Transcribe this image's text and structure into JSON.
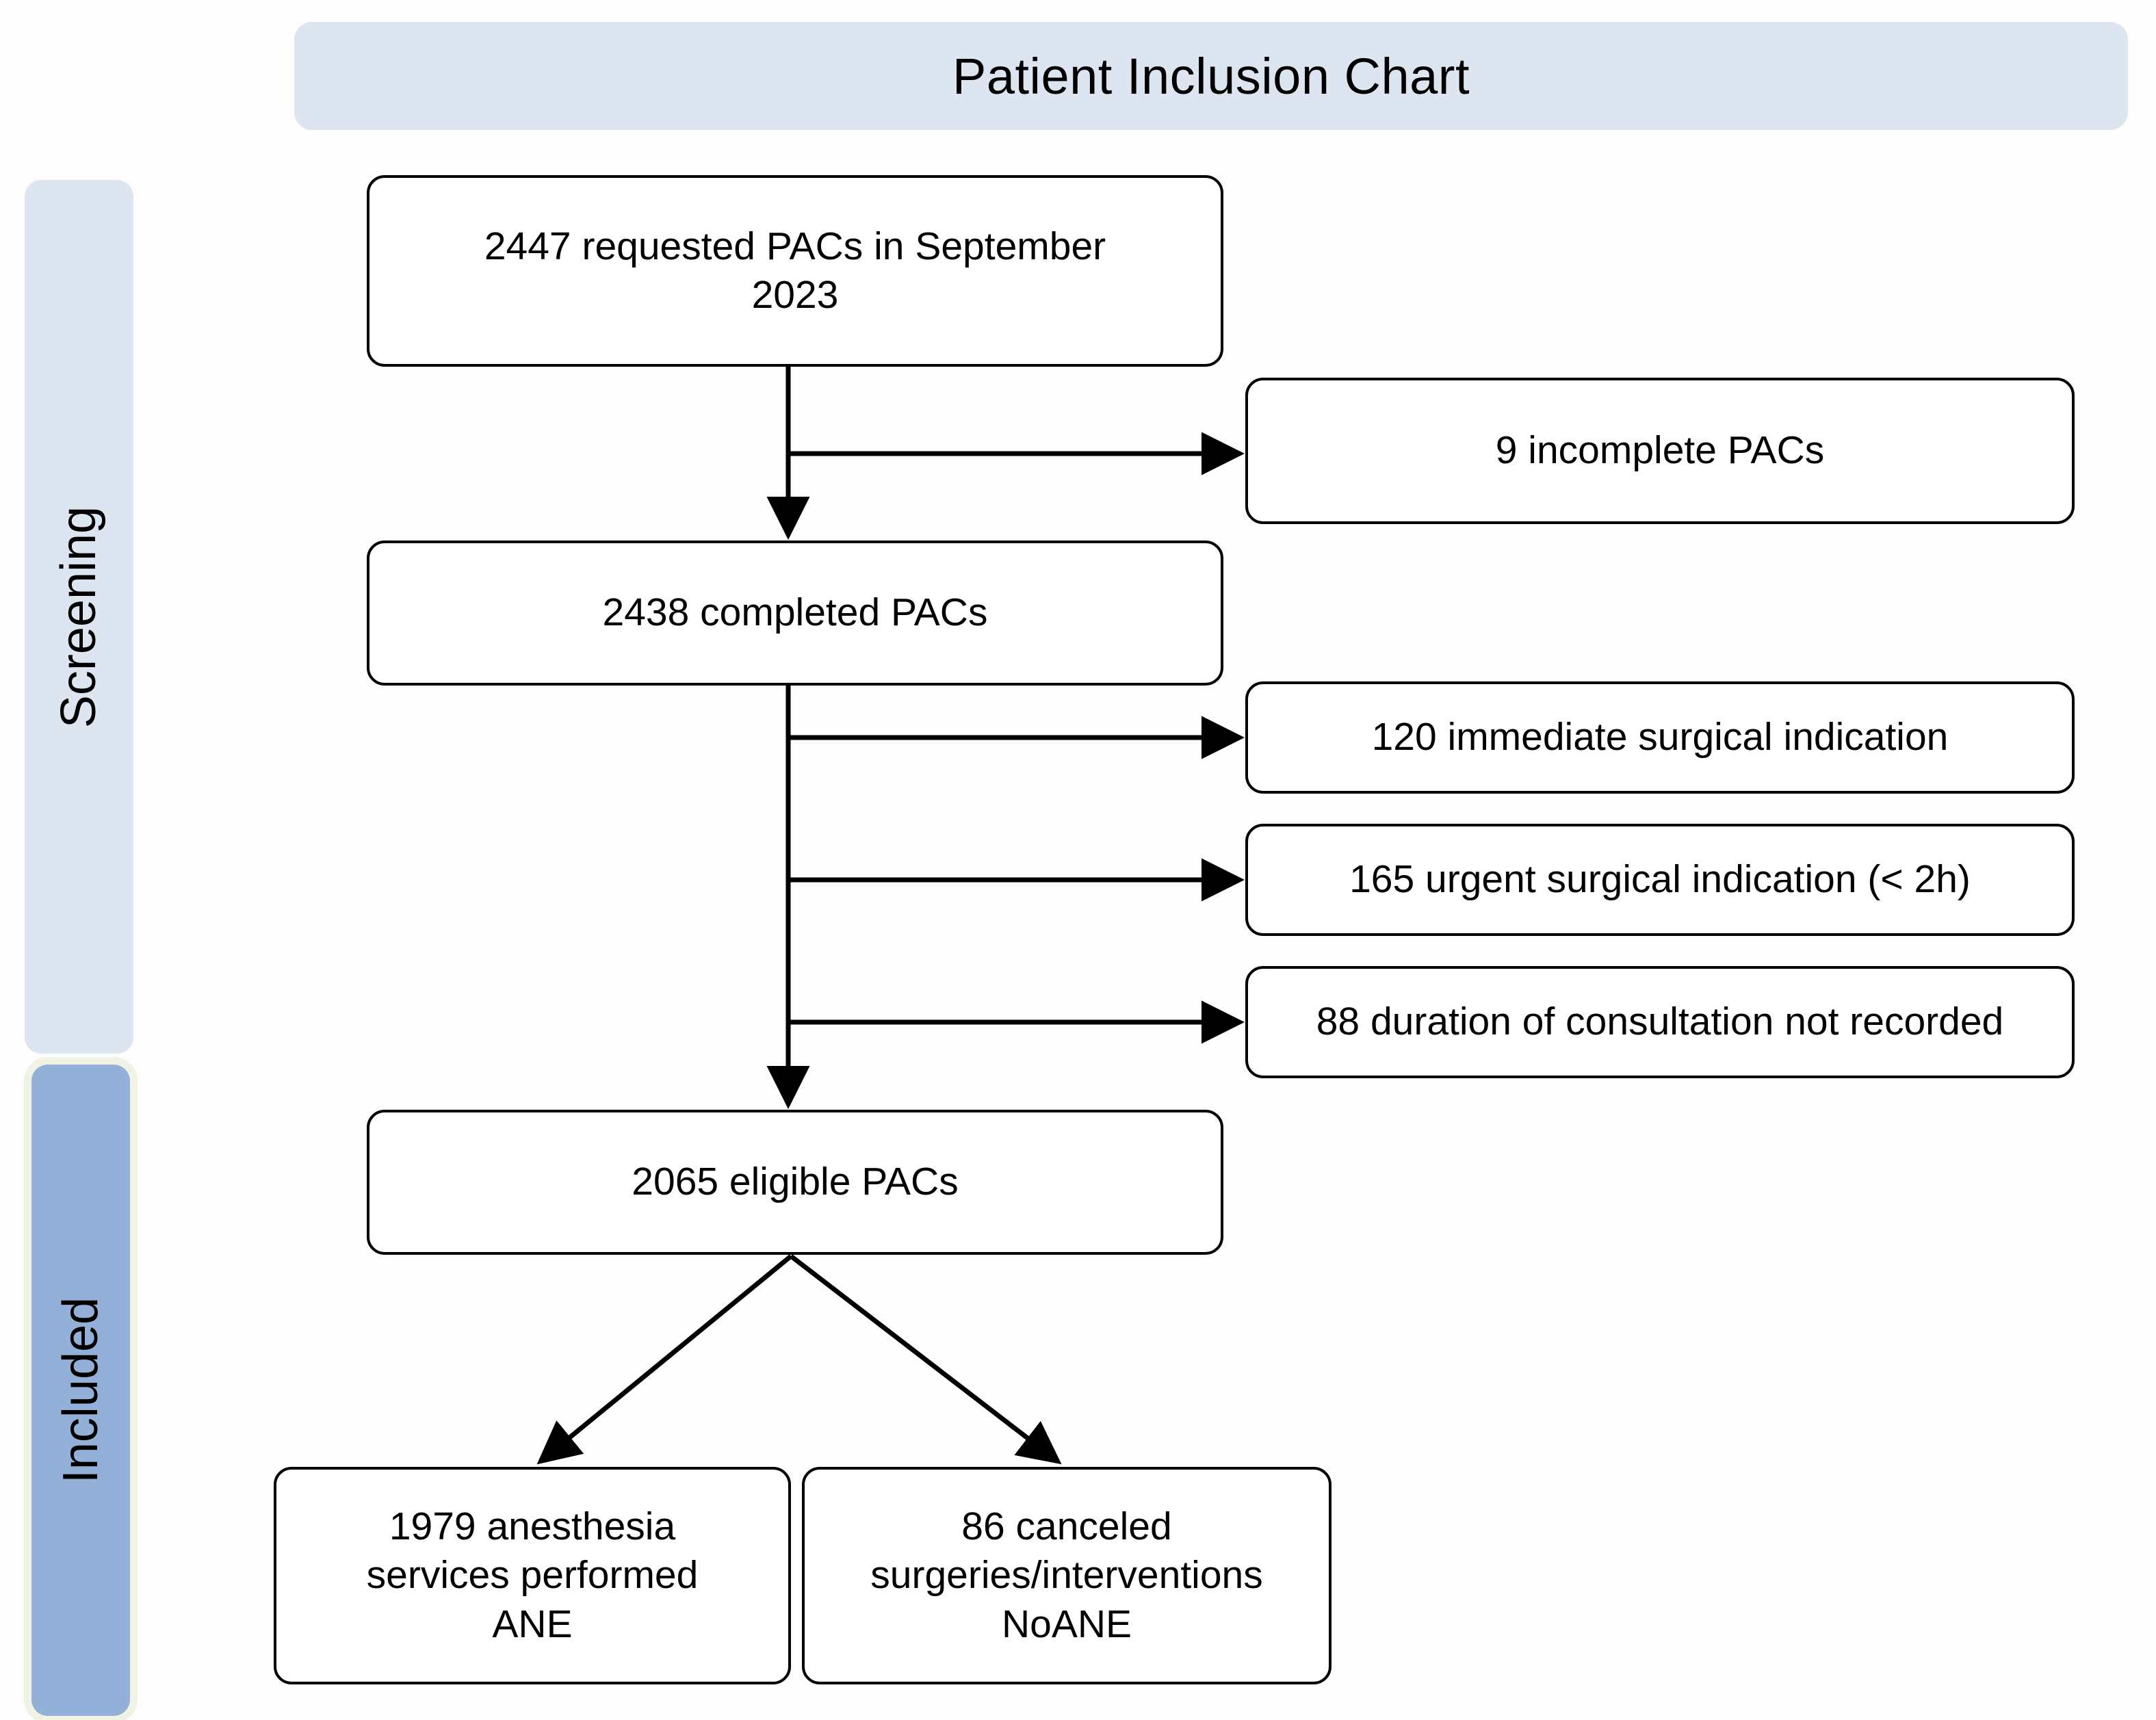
{
  "header": {
    "title": "Patient Inclusion Chart",
    "background_color": "#dde5f0"
  },
  "stages": [
    {
      "id": "screening",
      "label": "Screening",
      "background_color": "#dde5f0"
    },
    {
      "id": "included",
      "label": "Included",
      "background_color": "#92b0d8"
    }
  ],
  "chart_data": {
    "type": "diagram",
    "title": "Patient Inclusion Chart",
    "diagram_kind": "flowchart",
    "nodes": [
      {
        "id": "requested",
        "label": "2447 requested PACs in September\n2023",
        "count": 2447,
        "stage": "screening",
        "column": "main"
      },
      {
        "id": "incomplete",
        "label": "9 incomplete PACs",
        "count": 9,
        "stage": "screening",
        "column": "excluded"
      },
      {
        "id": "completed",
        "label": "2438 completed PACs",
        "count": 2438,
        "stage": "screening",
        "column": "main"
      },
      {
        "id": "immediate",
        "label": "120 immediate surgical indication",
        "count": 120,
        "stage": "screening",
        "column": "excluded"
      },
      {
        "id": "urgent",
        "label": "165 urgent surgical indication (< 2h)",
        "count": 165,
        "stage": "screening",
        "column": "excluded"
      },
      {
        "id": "noduration",
        "label": "88 duration of consultation not recorded",
        "count": 88,
        "stage": "screening",
        "column": "excluded"
      },
      {
        "id": "eligible",
        "label": "2065 eligible PACs",
        "count": 2065,
        "stage": "included",
        "column": "main"
      },
      {
        "id": "ane",
        "label": "1979 anesthesia\nservices performed\nANE",
        "count": 1979,
        "stage": "included",
        "column": "outcome"
      },
      {
        "id": "noane",
        "label": "86 canceled\nsurgeries/interventions\nNoANE",
        "count": 86,
        "stage": "included",
        "column": "outcome"
      }
    ],
    "edges": [
      {
        "from": "requested",
        "to": "completed",
        "kind": "flow"
      },
      {
        "from": "requested",
        "to": "incomplete",
        "kind": "exclusion"
      },
      {
        "from": "completed",
        "to": "eligible",
        "kind": "flow"
      },
      {
        "from": "completed",
        "to": "immediate",
        "kind": "exclusion"
      },
      {
        "from": "completed",
        "to": "urgent",
        "kind": "exclusion"
      },
      {
        "from": "completed",
        "to": "noduration",
        "kind": "exclusion"
      },
      {
        "from": "eligible",
        "to": "ane",
        "kind": "split"
      },
      {
        "from": "eligible",
        "to": "noane",
        "kind": "split"
      }
    ],
    "colors": {
      "box_border": "#000000",
      "box_fill": "#ffffff",
      "connector": "#000000",
      "banner": "#dde5f0",
      "stage_screening": "#dde5f0",
      "stage_included": "#92b0d8"
    }
  }
}
